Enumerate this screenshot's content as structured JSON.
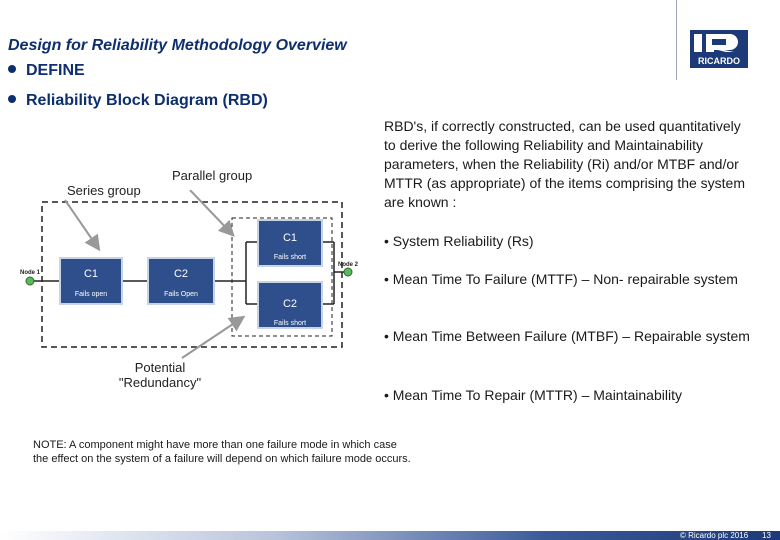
{
  "slide": {
    "title": "Design for Reliability Methodology Overview",
    "bullet1": "DEFINE",
    "bullet2": "Reliability Block Diagram (RBD)"
  },
  "logo": {
    "text": "RICARDO"
  },
  "diagram": {
    "series_label": "Series group",
    "parallel_label": "Parallel group",
    "redundancy_label_line1": "Potential",
    "redundancy_label_line2": "\"Redundancy\"",
    "node1": "Node 1",
    "node2": "Node 2",
    "block_c1_left": {
      "name": "C1",
      "mode": "Fails open"
    },
    "block_c2_left": {
      "name": "C2",
      "mode": "Fails Open"
    },
    "block_c1_right": {
      "name": "C1",
      "mode": "Fails short"
    },
    "block_c2_right": {
      "name": "C2",
      "mode": "Fails short"
    }
  },
  "right_text": {
    "intro": "RBD's, if correctly constructed, can be used quantitatively to derive the following Reliability and Maintainability parameters, when the Reliability (Ri) and/or MTBF and/or MTTR (as appropriate) of the items comprising the system are known :",
    "b1": "• System Reliability (Rs)",
    "b2": "• Mean Time To Failure (MTTF) – Non- repairable system",
    "b3": "• Mean Time Between Failure (MTBF) – Repairable system",
    "b4": "• Mean Time To Repair (MTTR) – Maintainability"
  },
  "note": "NOTE: A component might have more than one failure mode in which case the effect on the system of a failure will depend on which failure mode occurs.",
  "footer": {
    "copyright": "© Ricardo plc 2016",
    "page": "13"
  },
  "colors": {
    "title": "#0d2f6e",
    "block": "#2e4f8c",
    "footer_dark": "#1d3a78",
    "node": "#5cb85c"
  }
}
